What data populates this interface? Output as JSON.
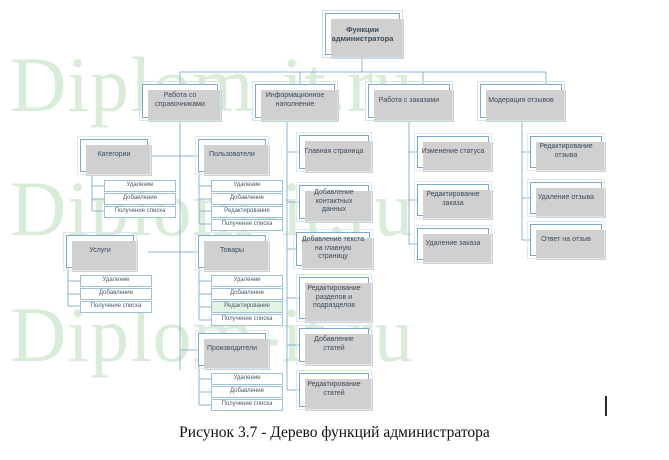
{
  "figure": {
    "caption": "Рисунок 3.7  - Дерево функций администратора",
    "watermark": "Diplom-it.ru"
  },
  "colors": {
    "node_border": "#7fa8d0",
    "leaf_border": "#9dc0dc",
    "node_fill": "#ffffff",
    "shadow": "#d0d0d0",
    "connector": "#8fb4d4",
    "text": "#3b4a5a",
    "watermark": "#d8ecd8",
    "caption_text": "#101010"
  },
  "chart_data": {
    "type": "diagram",
    "diagram_kind": "tree",
    "title": "Дерево функций администратора",
    "root": "Функции администратора",
    "levels": 4
  },
  "tree": {
    "root": {
      "label": "Функции администратора"
    },
    "branches": [
      {
        "label": "Работа со справочниками",
        "children": [
          {
            "label": "Категории",
            "items": [
              "Удаление",
              "Добавление",
              "Получение списка"
            ]
          },
          {
            "label": "Пользователи",
            "items": [
              "Удаление",
              "Добавление",
              "Редактирование",
              "Получение списка"
            ]
          },
          {
            "label": "Услуги",
            "items": [
              "Удаление",
              "Добавление",
              "Получение списка"
            ]
          },
          {
            "label": "Товары",
            "items": [
              "Удаление",
              "Добавление",
              "Редактирование",
              "Получение списка"
            ]
          },
          {
            "label": "Производители",
            "items": [
              "Удаление",
              "Добавление",
              "Получение списка"
            ]
          }
        ]
      },
      {
        "label": "Информационное наполнение",
        "children": [
          {
            "label": "Главная страница",
            "items": []
          },
          {
            "label": "Добавление контактных данных",
            "items": []
          },
          {
            "label": "Добавление текста на главную страницу",
            "items": []
          },
          {
            "label": "Редактирование разделов и подразделов",
            "items": []
          },
          {
            "label": "Добавление статей",
            "items": []
          },
          {
            "label": "Редактирование статей",
            "items": []
          }
        ]
      },
      {
        "label": "Работа с заказами",
        "children": [
          {
            "label": "Изменение статуса",
            "items": []
          },
          {
            "label": "Редактирование заказа",
            "items": []
          },
          {
            "label": "Удаление заказа",
            "items": []
          }
        ]
      },
      {
        "label": "Модерация отзывов",
        "children": [
          {
            "label": "Редактирование отзыва",
            "items": []
          },
          {
            "label": "Удаление отзыва",
            "items": []
          },
          {
            "label": "Ответ на отзыв",
            "items": []
          }
        ]
      }
    ]
  },
  "nodes": {
    "root": "Функции администратора",
    "b1": "Работа со справочниками",
    "b2": "Информационное наполнение",
    "b3": "Работа с заказами",
    "b4": "Модерация отзывов",
    "c_kategorii": "Категории",
    "c_kategorii_1": "Удаление",
    "c_kategorii_2": "Добавление",
    "c_kategorii_3": "Получение списка",
    "c_polzovateli": "Пользователи",
    "c_polzovateli_1": "Удаление",
    "c_polzovateli_2": "Добавление",
    "c_polzovateli_3": "Редактирование",
    "c_polzovateli_4": "Получение списка",
    "c_uslugi": "Услуги",
    "c_uslugi_1": "Удаление",
    "c_uslugi_2": "Добавление",
    "c_uslugi_3": "Получение списка",
    "c_tovary": "Товары",
    "c_tovary_1": "Удаление",
    "c_tovary_2": "Добавление",
    "c_tovary_3": "Редактирование",
    "c_tovary_4": "Получение списка",
    "c_proizvoditeli": "Производители",
    "c_proizvoditeli_1": "Удаление",
    "c_proizvoditeli_2": "Добавление",
    "c_proizvoditeli_3": "Получение списка",
    "i_glavnaya": "Главная страница",
    "i_kontakty": "Добавление контактных данных",
    "i_tekst": "Добавление текста на главную страницу",
    "i_razdely": "Редактирование разделов и подразделов",
    "i_dob_statey": "Добавление статей",
    "i_red_statey": "Редактирование статей",
    "z_status": "Изменение статуса",
    "z_red_zakaza": "Редактирование заказа",
    "z_udal_zakaza": "Удаление заказа",
    "o_red_otzyva": "Редактирование отзыва",
    "o_udal_otzyva": "Удаление отзыва",
    "o_otvet_otzyv": "Ответ на отзыв"
  }
}
